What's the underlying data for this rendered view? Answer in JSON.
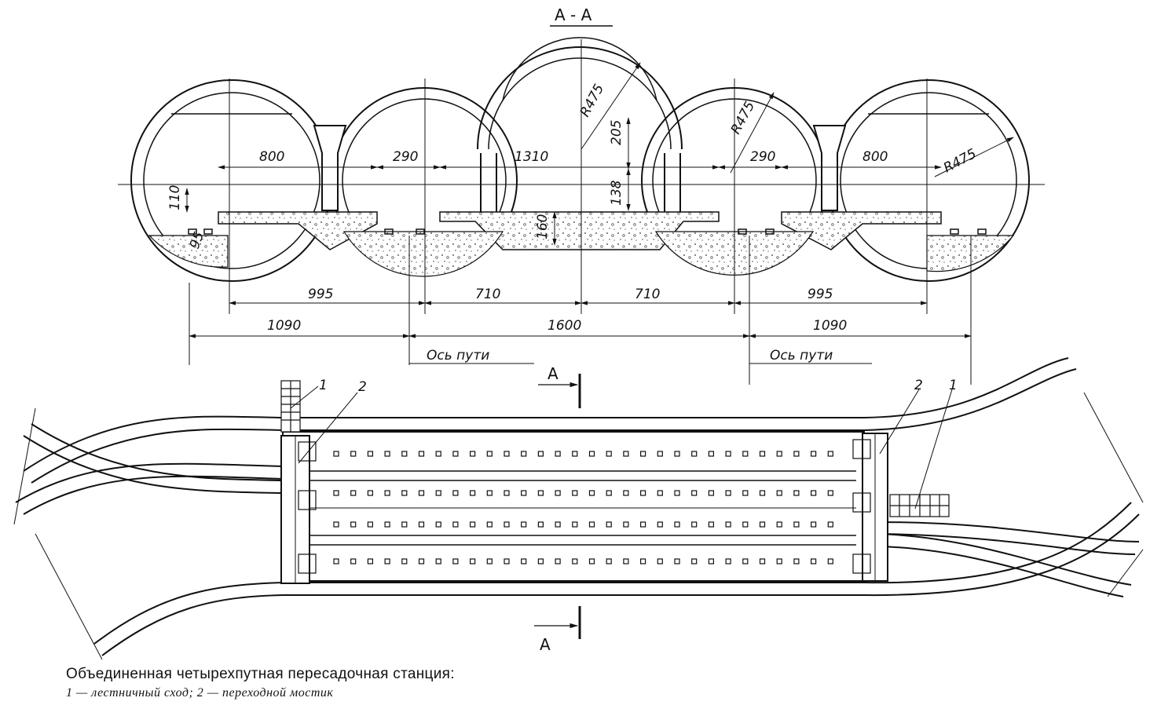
{
  "section": {
    "label": "А - А",
    "cut_label": "А"
  },
  "dimensions": {
    "w800": "800",
    "w290": "290",
    "w1310": "1310",
    "r475": "R475",
    "h205": "205",
    "h138": "138",
    "h110": "110",
    "h160": "160",
    "h95": "95",
    "d995": "995",
    "d710": "710",
    "d1090": "1090",
    "d1600": "1600"
  },
  "axis_label": "Ось   пути",
  "plan_labels": {
    "stair": "1",
    "bridge": "2"
  },
  "caption": {
    "title": "Объединенная четырехпутная пересадочная станция:",
    "legend_1": "1 — лестничный сход;",
    "legend_2": "2 — переходной мостик"
  }
}
